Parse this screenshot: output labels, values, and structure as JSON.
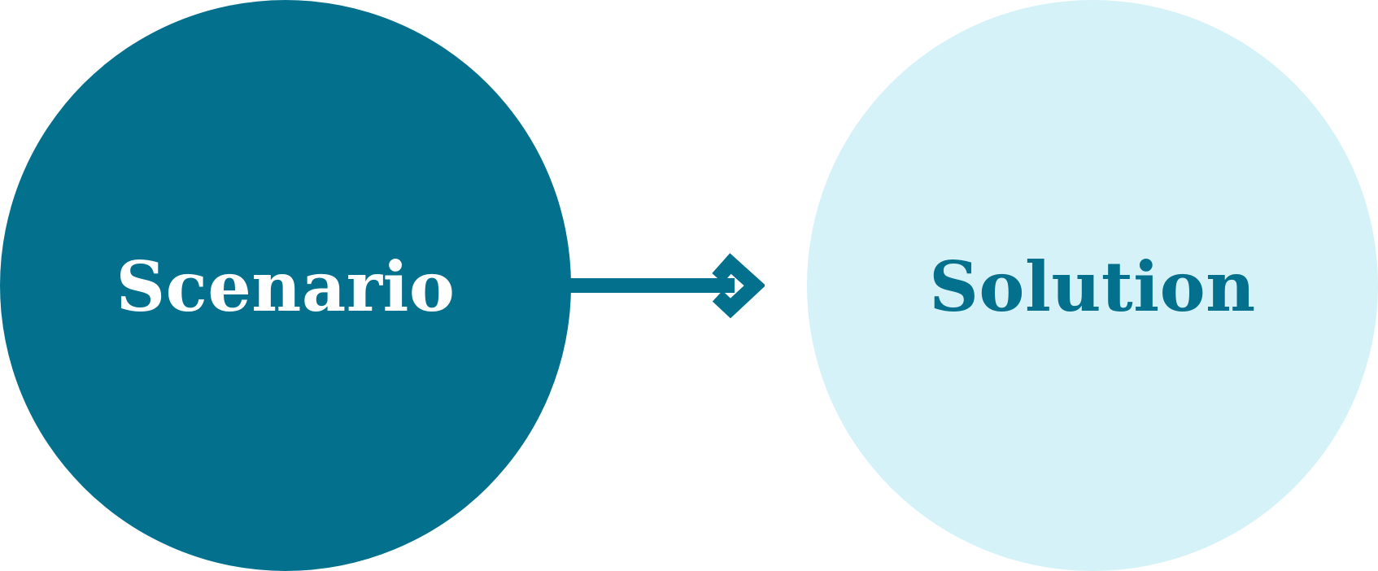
{
  "colors": {
    "scenario_fill": "#03708E",
    "scenario_text": "#FFFFFF",
    "solution_fill": "#D4F2F7",
    "solution_text": "#03708E",
    "arrow": "#03708E"
  },
  "nodes": {
    "scenario": {
      "label": "Scenario"
    },
    "solution": {
      "label": "Solution"
    }
  },
  "arrow": {
    "icon": "right-arrow-icon",
    "from": "scenario",
    "to": "solution"
  }
}
